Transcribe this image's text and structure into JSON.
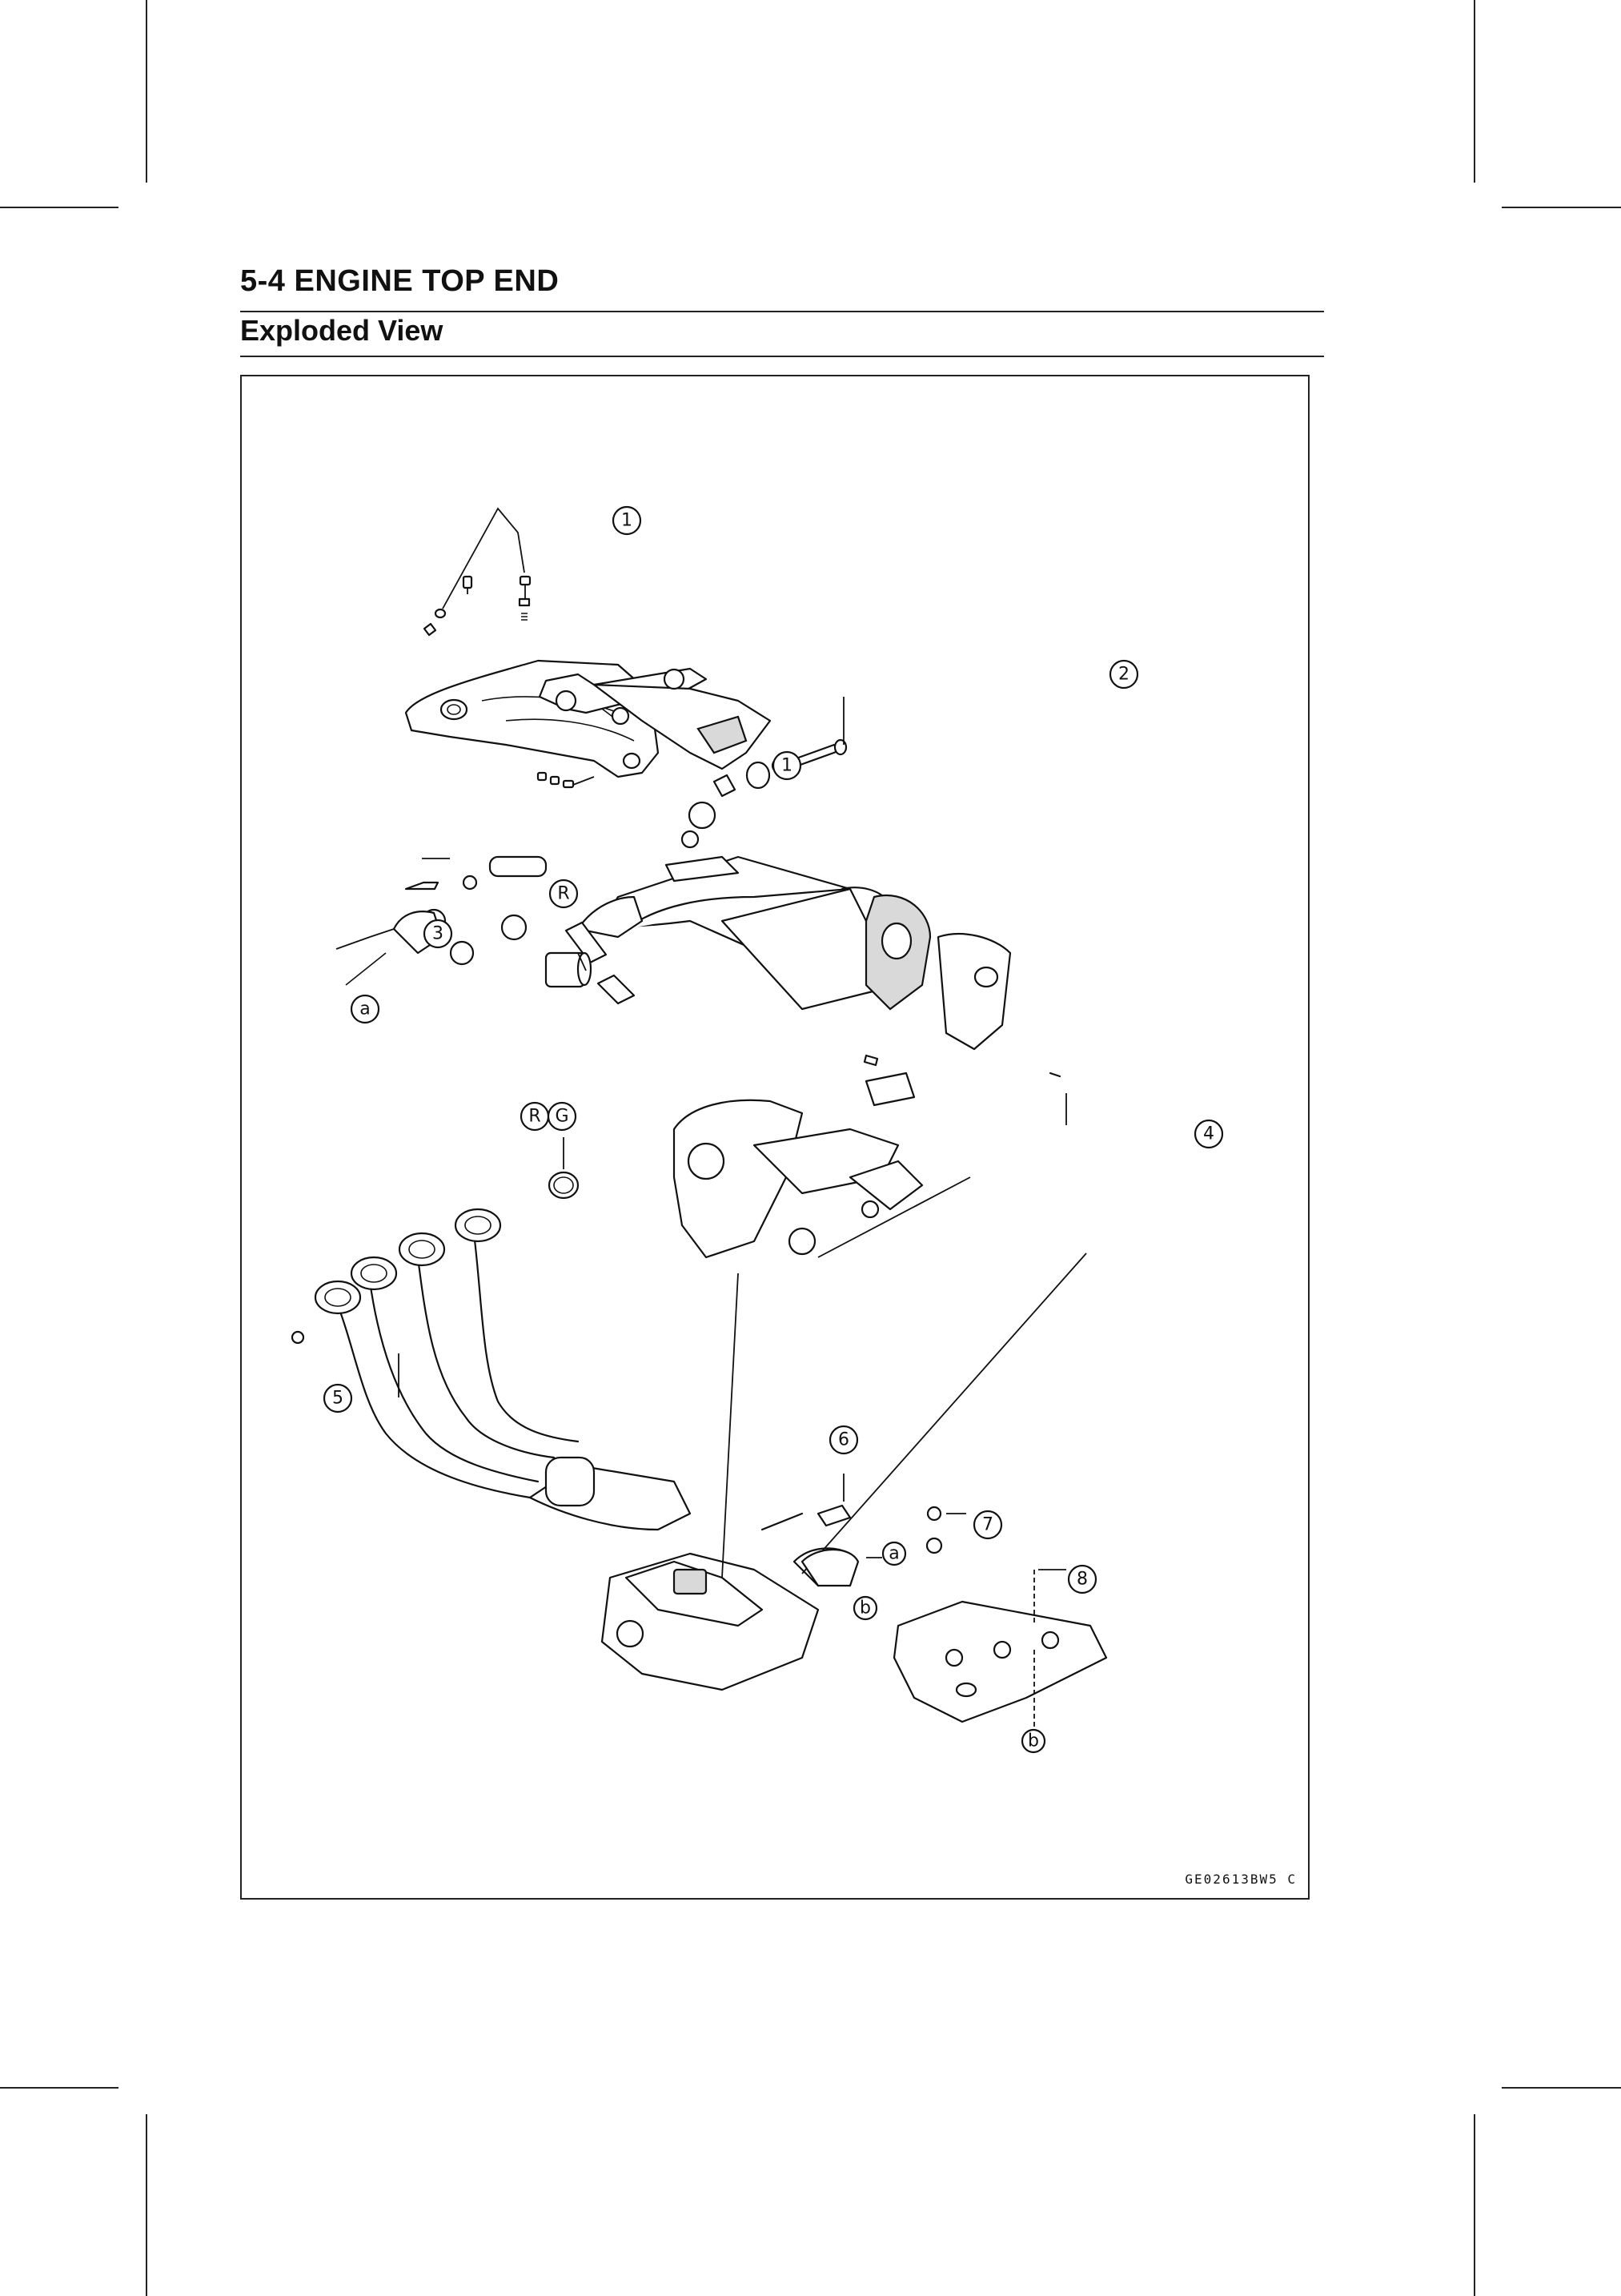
{
  "header": {
    "title": "5-4 ENGINE TOP END"
  },
  "section": {
    "title": "Exploded View"
  },
  "figure": {
    "code": "GE02613BW5 C",
    "callouts": {
      "c1a": "1",
      "c1b": "1",
      "c2": "2",
      "c3": "3",
      "c4": "4",
      "c5": "5",
      "c6": "6",
      "c7": "7",
      "c8": "8",
      "r1": "R",
      "r2": "R",
      "g1": "G",
      "a1": "a",
      "a2": "a",
      "b1": "b",
      "b2": "b"
    }
  }
}
